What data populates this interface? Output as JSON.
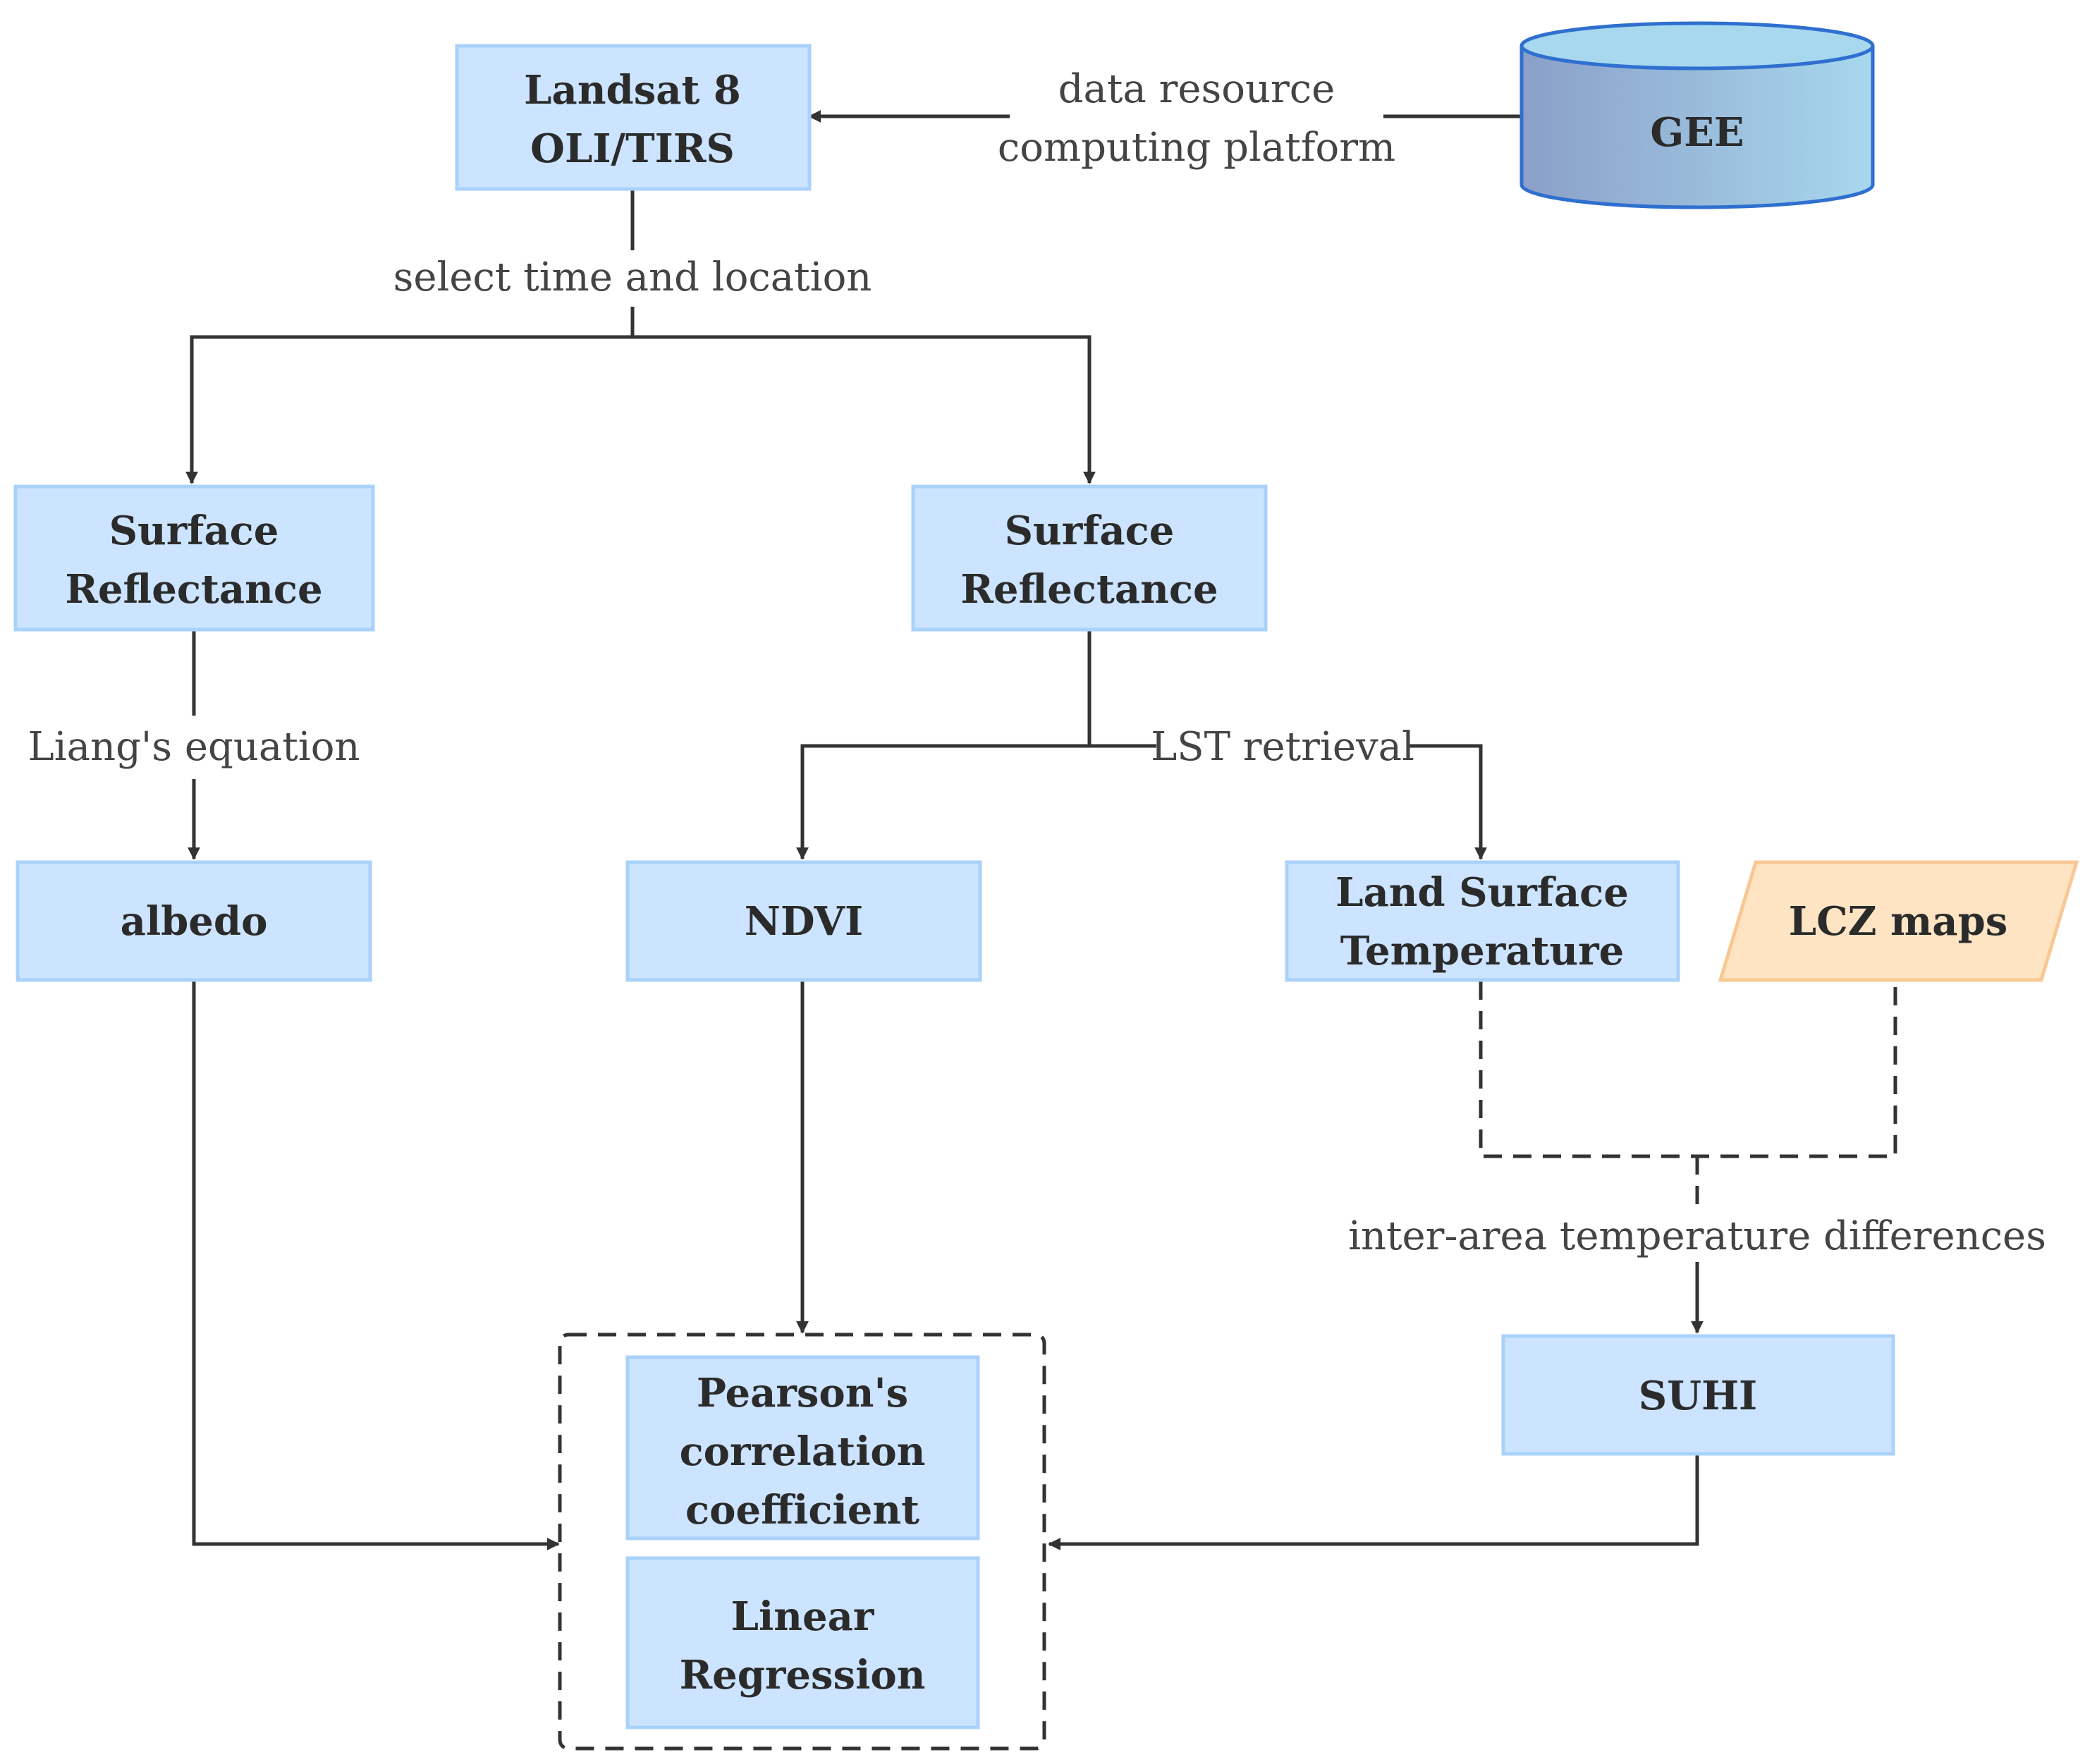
{
  "colors": {
    "node_fill": "#cce4ff",
    "node_stroke": "#a9d2fa",
    "lcz_fill": "#ffe4c4",
    "lcz_stroke": "#f8c894",
    "line": "#333333",
    "text": "#2b2b2b",
    "db_fill_left": "#8b9fc8",
    "db_fill_right": "#a7d8ee",
    "db_stroke": "#2f6fcf"
  },
  "nodes": {
    "landsat": {
      "line1": "Landsat 8",
      "line2": "OLI/TIRS"
    },
    "gee": {
      "label": "GEE"
    },
    "sr_left": {
      "line1": "Surface",
      "line2": "Reflectance"
    },
    "sr_right": {
      "line1": "Surface",
      "line2": "Reflectance"
    },
    "albedo": {
      "label": "albedo"
    },
    "ndvi": {
      "label": "NDVI"
    },
    "lst": {
      "line1": "Land Surface",
      "line2": "Temperature"
    },
    "lcz": {
      "label": "LCZ maps"
    },
    "suhi": {
      "label": "SUHI"
    },
    "pearson": {
      "line1": "Pearson's",
      "line2": "correlation",
      "line3": "coefficient"
    },
    "regression": {
      "line1": "Linear",
      "line2": "Regression"
    }
  },
  "edges": {
    "gee_to_landsat": {
      "line1": "data resource",
      "line2": "computing platform"
    },
    "landsat_split": {
      "label": "select time and location"
    },
    "liang": {
      "label": "Liang's equation"
    },
    "lst_retrieval": {
      "label": "LST retrieval"
    },
    "inter_area": {
      "label": "inter-area temperature differences"
    }
  }
}
